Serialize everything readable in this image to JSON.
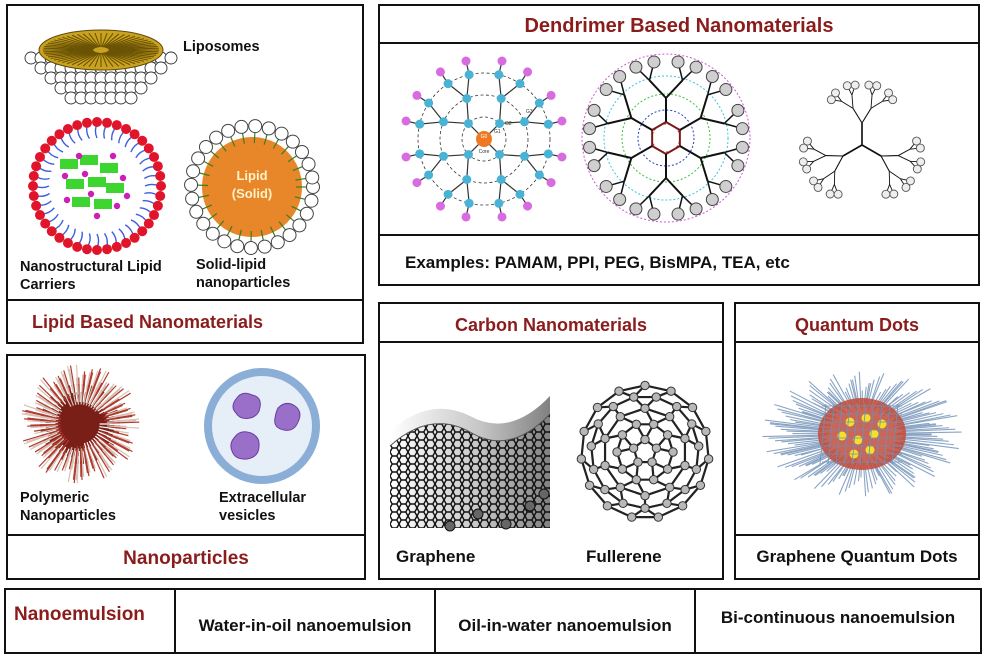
{
  "lipid": {
    "liposomes": "Liposomes",
    "nlc_line1": "Nanostructural Lipid",
    "nlc_line2": "Carriers",
    "sln_line1": "Solid-lipid",
    "sln_line2": "nanoparticles",
    "sln_inner_line1": "Lipid",
    "sln_inner_line2": "(Solid)",
    "title": "Lipid Based Nanomaterials"
  },
  "dendrimer": {
    "title": "Dendrimer Based Nanomaterials",
    "examples": "Examples: PAMAM, PPI, PEG, BisMPA, TEA, etc",
    "core_label": "G0",
    "core_sub": "Core",
    "gen_labels": [
      "G1",
      "G2",
      "G3"
    ]
  },
  "nanoparticles": {
    "polymeric_line1": "Polymeric",
    "polymeric_line2": "Nanoparticles",
    "ev_line1": "Extracellular",
    "ev_line2": "vesicles",
    "title": "Nanoparticles"
  },
  "carbon": {
    "title": "Carbon Nanomaterials",
    "graphene": "Graphene",
    "fullerene": "Fullerene"
  },
  "quantum": {
    "title": "Quantum Dots",
    "label": "Graphene Quantum Dots"
  },
  "nanoemulsion": {
    "title": "Nanoemulsion",
    "types": [
      "Water-in-oil nanoemulsion",
      "Oil-in-water nanoemulsion",
      "Bi-continuous nanoemulsion"
    ]
  },
  "colors": {
    "title_red": "#8b1c1c",
    "border": "#111111",
    "lipid_orange": "#e8862a",
    "liposome_gold": "#c9a21f",
    "nlc_red": "#e0142a",
    "nlc_green": "#3dd631",
    "dendrimer_cyan": "#49b3d6",
    "dendrimer_magenta": "#d86be0",
    "vesicle_purple": "#9a6fc9"
  }
}
